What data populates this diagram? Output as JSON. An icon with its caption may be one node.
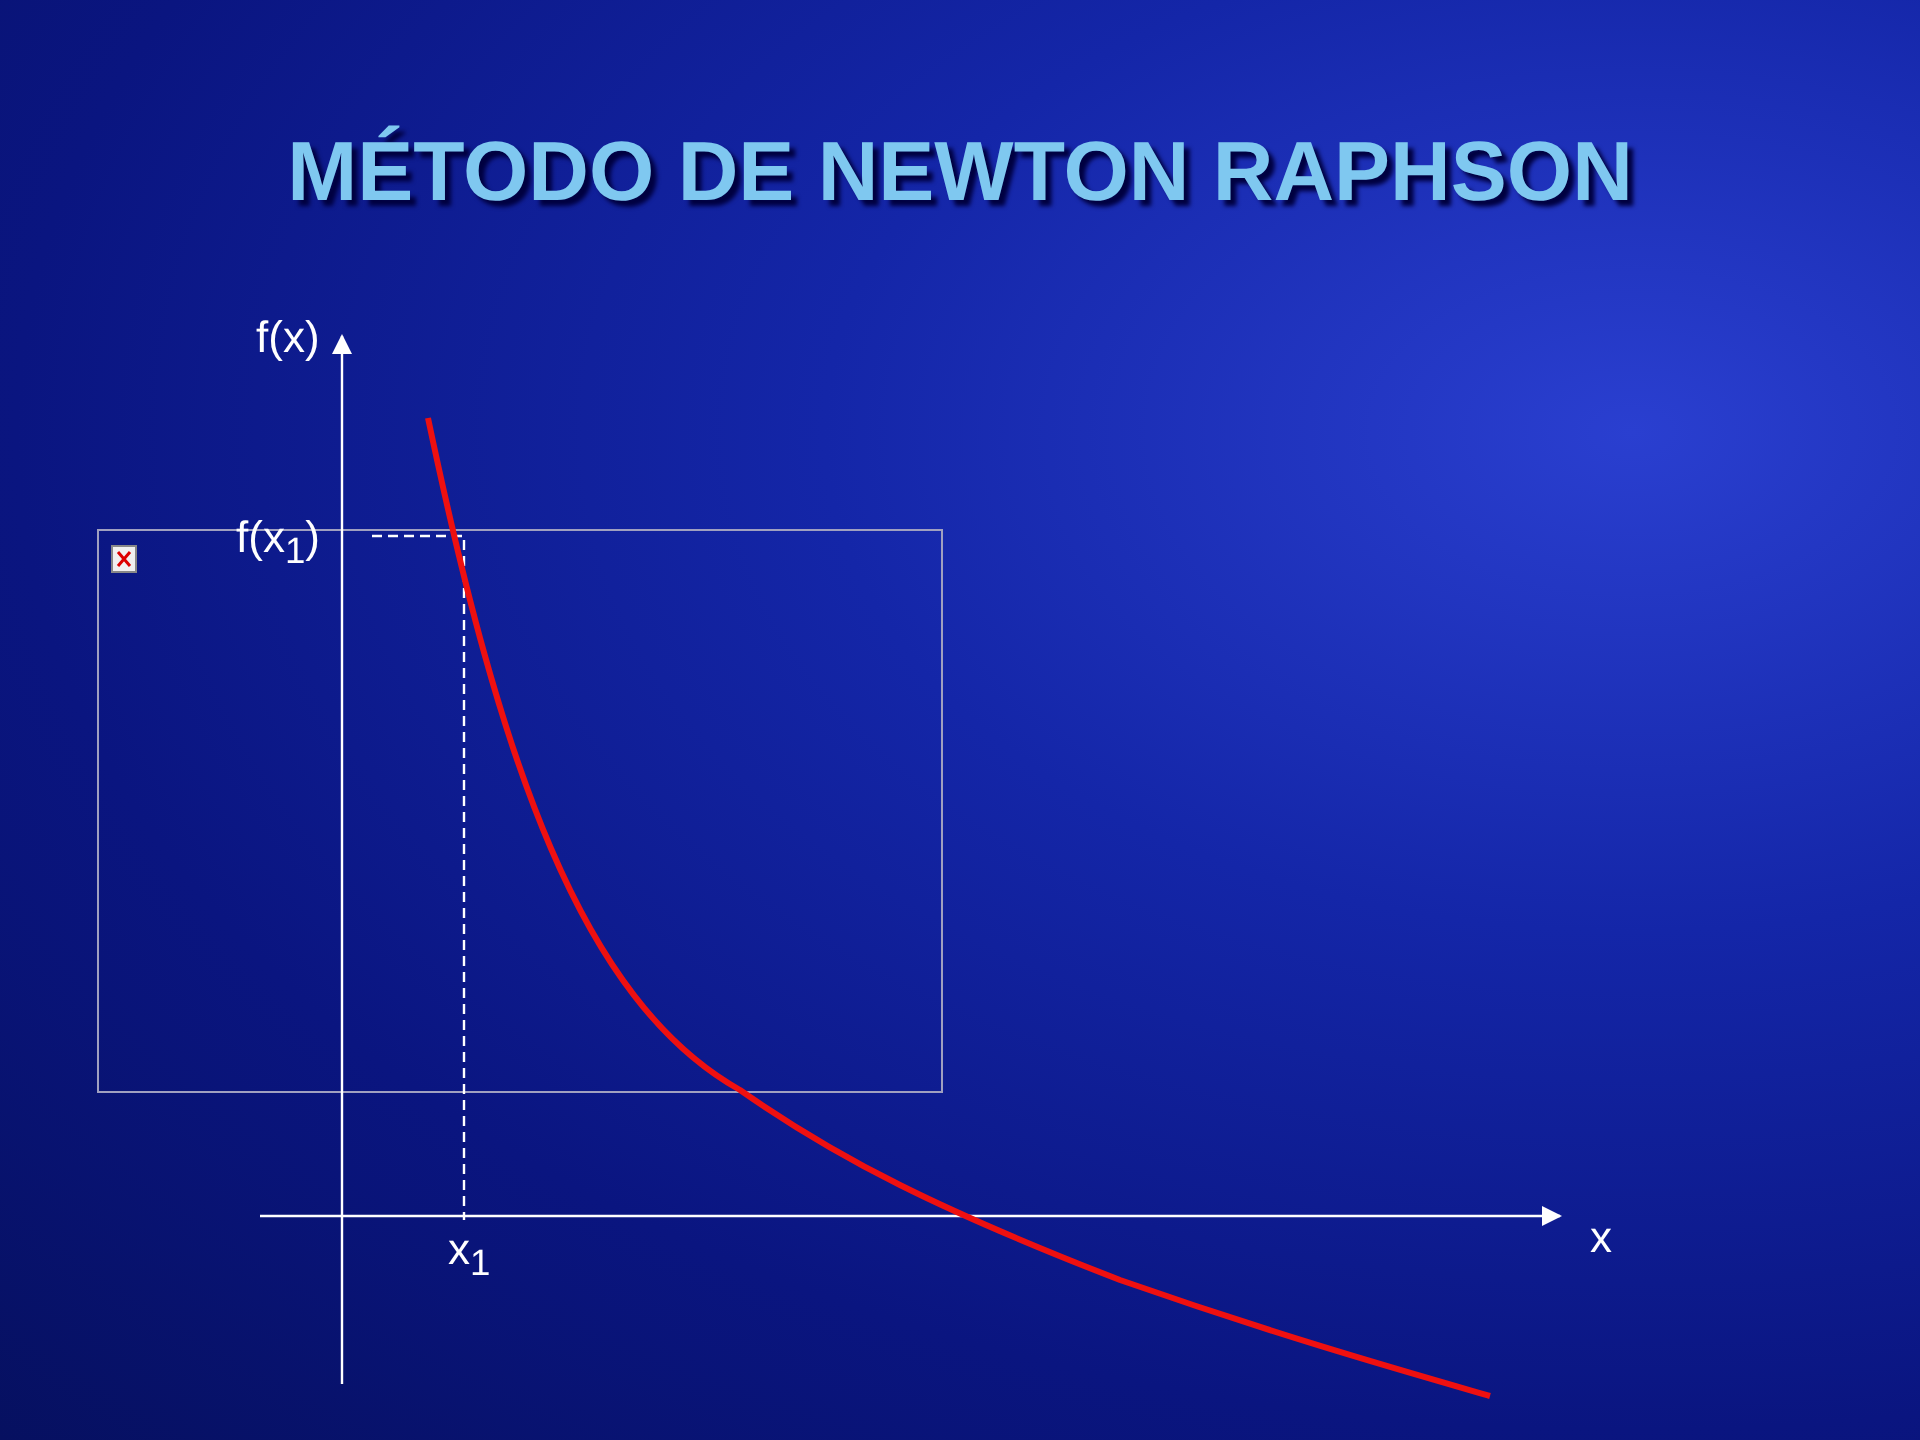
{
  "diagram": {
    "title": "MÉTODO DE NEWTON RAPHSON",
    "labels": [
      "f(x)",
      "f(x$_{1}$)",
      "x$_{1}$",
      "x"
    ]
  }
}
